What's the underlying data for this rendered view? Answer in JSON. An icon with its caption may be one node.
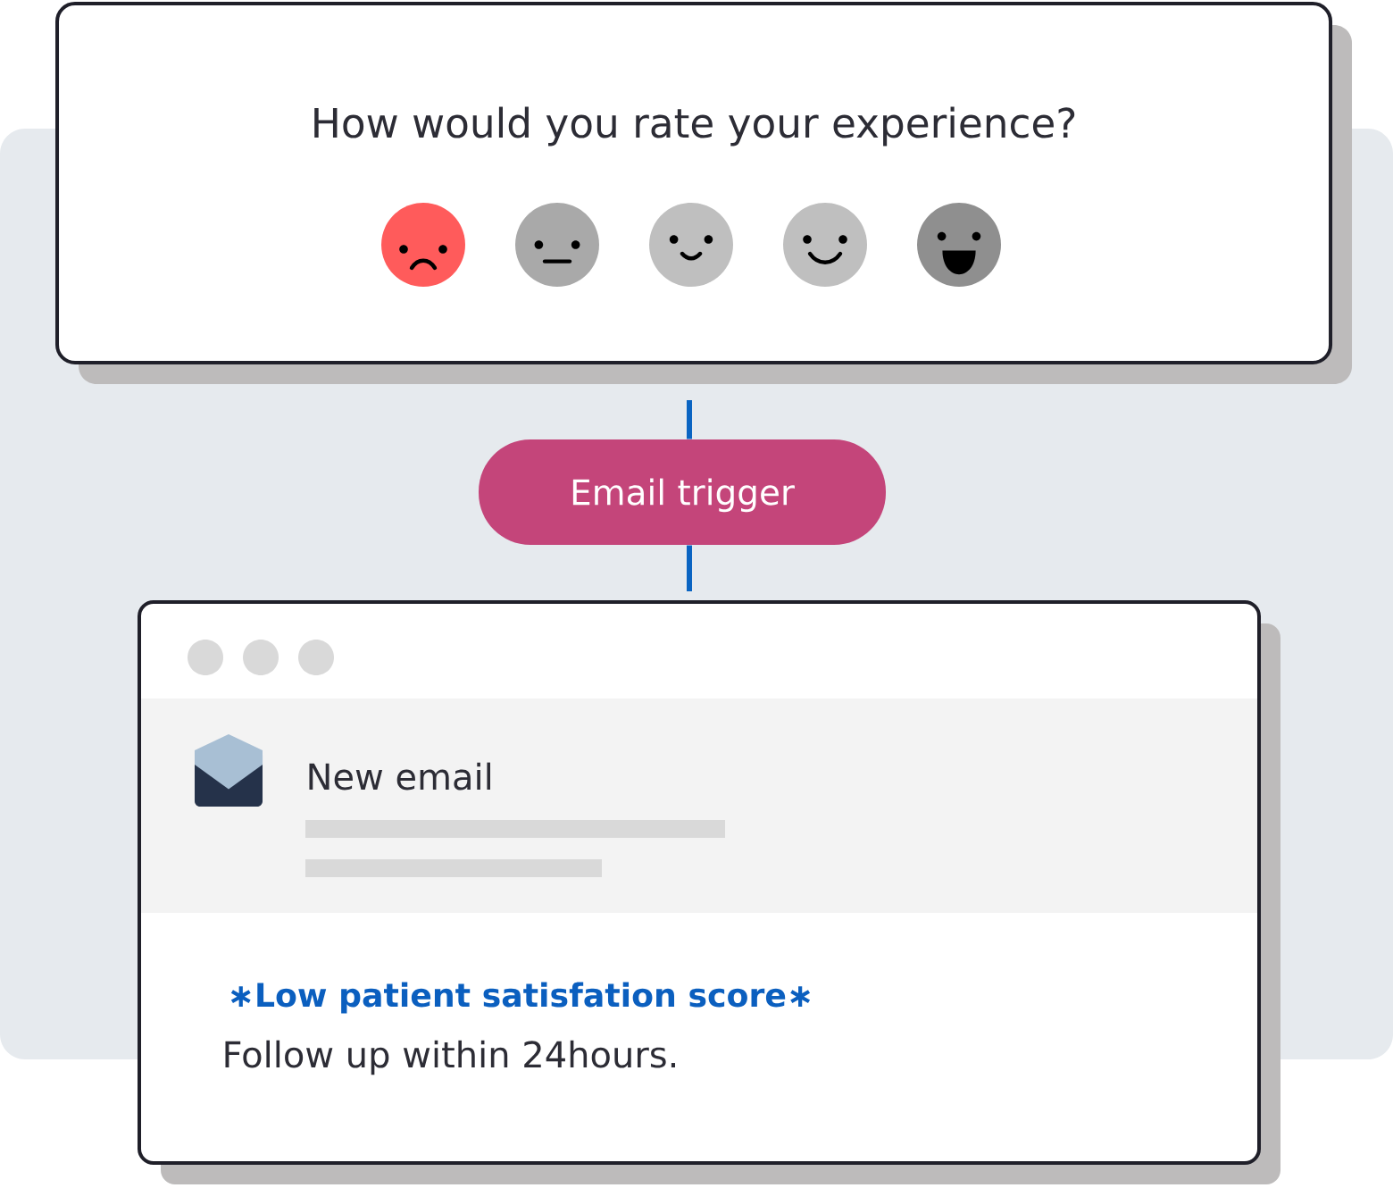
{
  "diagram": {
    "nodes": [
      {
        "text": [
          "How would you rate your experience?"
        ]
      },
      {
        "text": [
          "Email trigger"
        ]
      },
      {
        "text": [
          "∗Low patient satisfation score∗",
          "Follow up within 24hours."
        ]
      },
      {
        "text": [
          "New email"
        ],
        "in": 2
      }
    ],
    "edges": [
      {
        "from": 0,
        "to": 1,
        "arrow": "none"
      },
      {
        "from": 1,
        "to": 2,
        "arrow": "none"
      }
    ]
  }
}
